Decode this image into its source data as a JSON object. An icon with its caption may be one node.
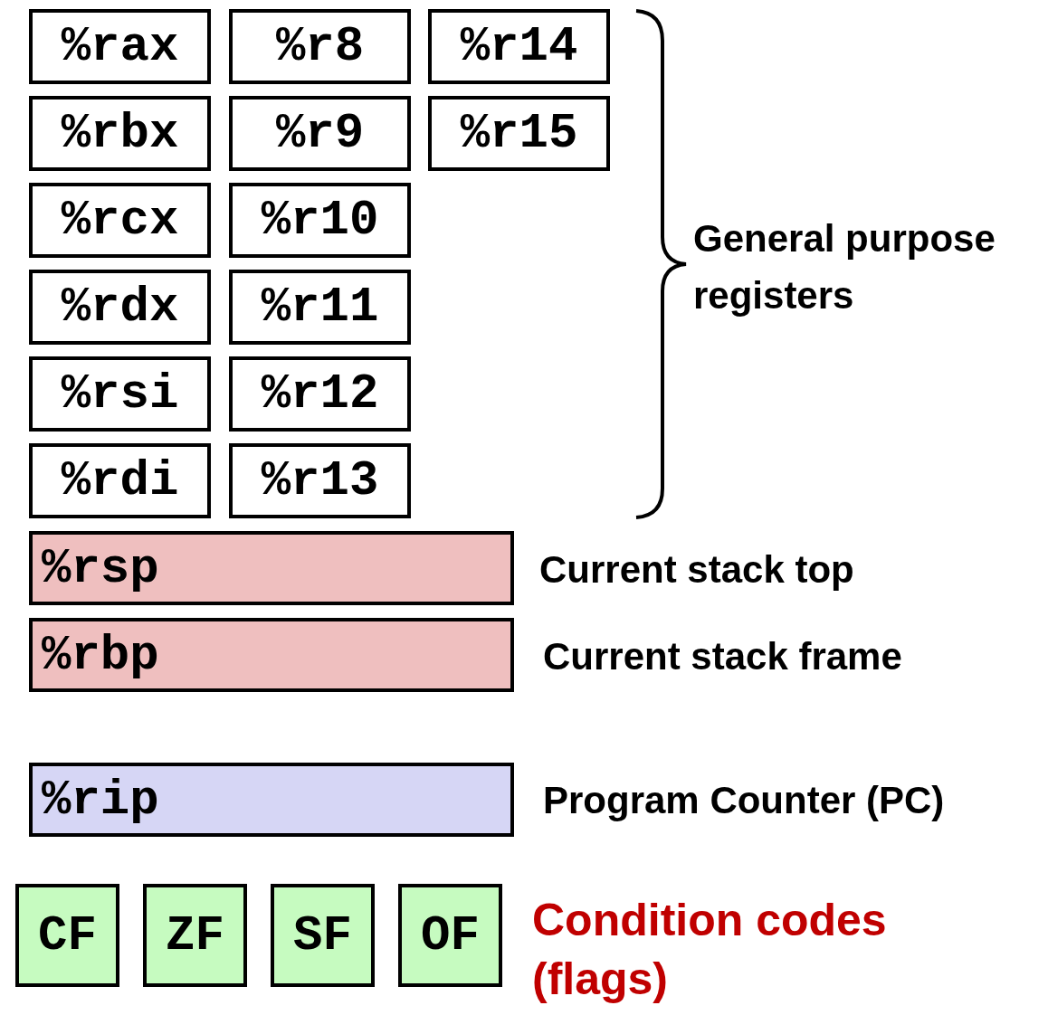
{
  "diagram": {
    "nodes": [
      {
        "text": [
          "%rax"
        ]
      },
      {
        "text": [
          "%r8"
        ]
      },
      {
        "text": [
          "%r14"
        ]
      },
      {
        "text": [
          "%rbx"
        ]
      },
      {
        "text": [
          "%r9"
        ]
      },
      {
        "text": [
          "%r15"
        ]
      },
      {
        "text": [
          "%rcx"
        ]
      },
      {
        "text": [
          "%r10"
        ]
      },
      {
        "text": [
          "%rdx"
        ]
      },
      {
        "text": [
          "%r11"
        ]
      },
      {
        "text": [
          "%rsi"
        ]
      },
      {
        "text": [
          "%r12"
        ]
      },
      {
        "text": [
          "%rdi"
        ]
      },
      {
        "text": [
          "%r13"
        ]
      },
      {
        "text": [
          "%rsp"
        ],
        "beside": [
          "Current stack top"
        ]
      },
      {
        "text": [
          "%rbp"
        ],
        "beside": [
          "Current stack frame"
        ]
      },
      {
        "text": [
          "%rip"
        ],
        "beside": [
          "Program Counter (PC)"
        ]
      },
      {
        "text": [
          "CF"
        ]
      },
      {
        "text": [
          "ZF"
        ]
      },
      {
        "text": [
          "SF"
        ]
      },
      {
        "text": [
          "OF"
        ]
      }
    ],
    "labels": [
      "General purpose registers",
      "Condition codes (flags)"
    ]
  }
}
